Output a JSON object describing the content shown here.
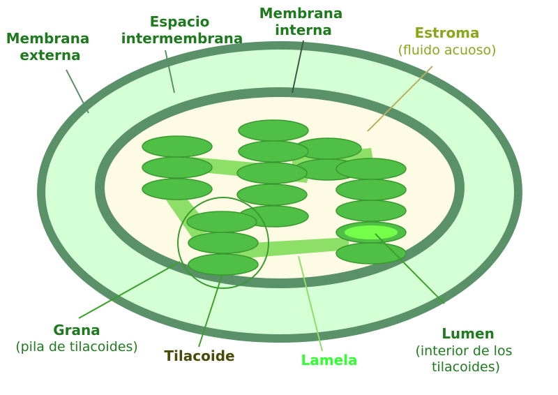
{
  "labels": {
    "membrana_externa": [
      "Membrana",
      "externa"
    ],
    "espacio_intermembrana": [
      "Espacio",
      "intermembrana"
    ],
    "membrana_interna": [
      "Membrana",
      "interna"
    ],
    "estroma": {
      "title": "Estroma",
      "subtitle": "(fluido acuoso)"
    },
    "grana": {
      "title": "Grana",
      "subtitle": "(pila de tilacoides)"
    },
    "tilacoide": "Tilacoide",
    "lamela": "Lamela",
    "lumen": {
      "title": "Lumen",
      "subtitle": [
        "(interior de los",
        "tilacoides)"
      ]
    }
  },
  "colors": {
    "outer_membrane": "#5a9168",
    "intermembrane_space": "#d5ffd5",
    "stroma": "#fefbe5",
    "thylakoid_fill": "#4fbf45",
    "thylakoid_stroke": "#3a9a30",
    "lamella": "#8ddf67",
    "lumen": "#76ff4a",
    "dark_green_text": "#1f7a1f",
    "estroma_text": "#8aa61c",
    "tilacoide_text": "#4a4a0a",
    "lamela_text": "#33ff33"
  }
}
